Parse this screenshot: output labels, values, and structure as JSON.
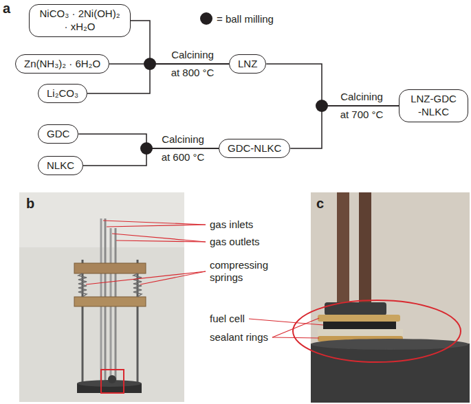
{
  "diagram": {
    "nodes": [
      {
        "text": [
          "NiCO₃ · 2Ni(OH)₂ · xH₂O"
        ]
      },
      {
        "text": [
          "Zn(NH₃)₂ · 6H₂O"
        ]
      },
      {
        "text": [
          "Li₂CO₃"
        ]
      },
      {
        "text": [
          "LNZ"
        ]
      },
      {
        "text": [
          "LNZ-GDC -NLKC"
        ]
      },
      {
        "text": [
          "GDC"
        ]
      },
      {
        "text": [
          "NLKC"
        ]
      },
      {
        "text": [
          "GDC-NLKC"
        ]
      }
    ],
    "edges": [
      {
        "from": 0,
        "to": 3,
        "arrow": "none"
      },
      {
        "from": 1,
        "to": 3,
        "label": "Calcining at 800 °C",
        "arrow": "none"
      },
      {
        "from": 2,
        "to": 3,
        "arrow": "none"
      },
      {
        "from": 5,
        "to": 7,
        "label": "Calcining at 600 °C",
        "arrow": "none"
      },
      {
        "from": 6,
        "to": 7,
        "arrow": "none"
      },
      {
        "from": 3,
        "to": 4,
        "label": "Calcining at 700 °C",
        "arrow": "none"
      },
      {
        "from": 7,
        "to": 4,
        "arrow": "none"
      }
    ],
    "labels": [
      "a",
      "b",
      "c",
      "gas inlets",
      "gas outlets",
      "compressing springs",
      "fuel cell",
      "sealant rings"
    ],
    "legend": [
      {
        "text": "= ball milling",
        "color": "#231f20"
      }
    ]
  }
}
